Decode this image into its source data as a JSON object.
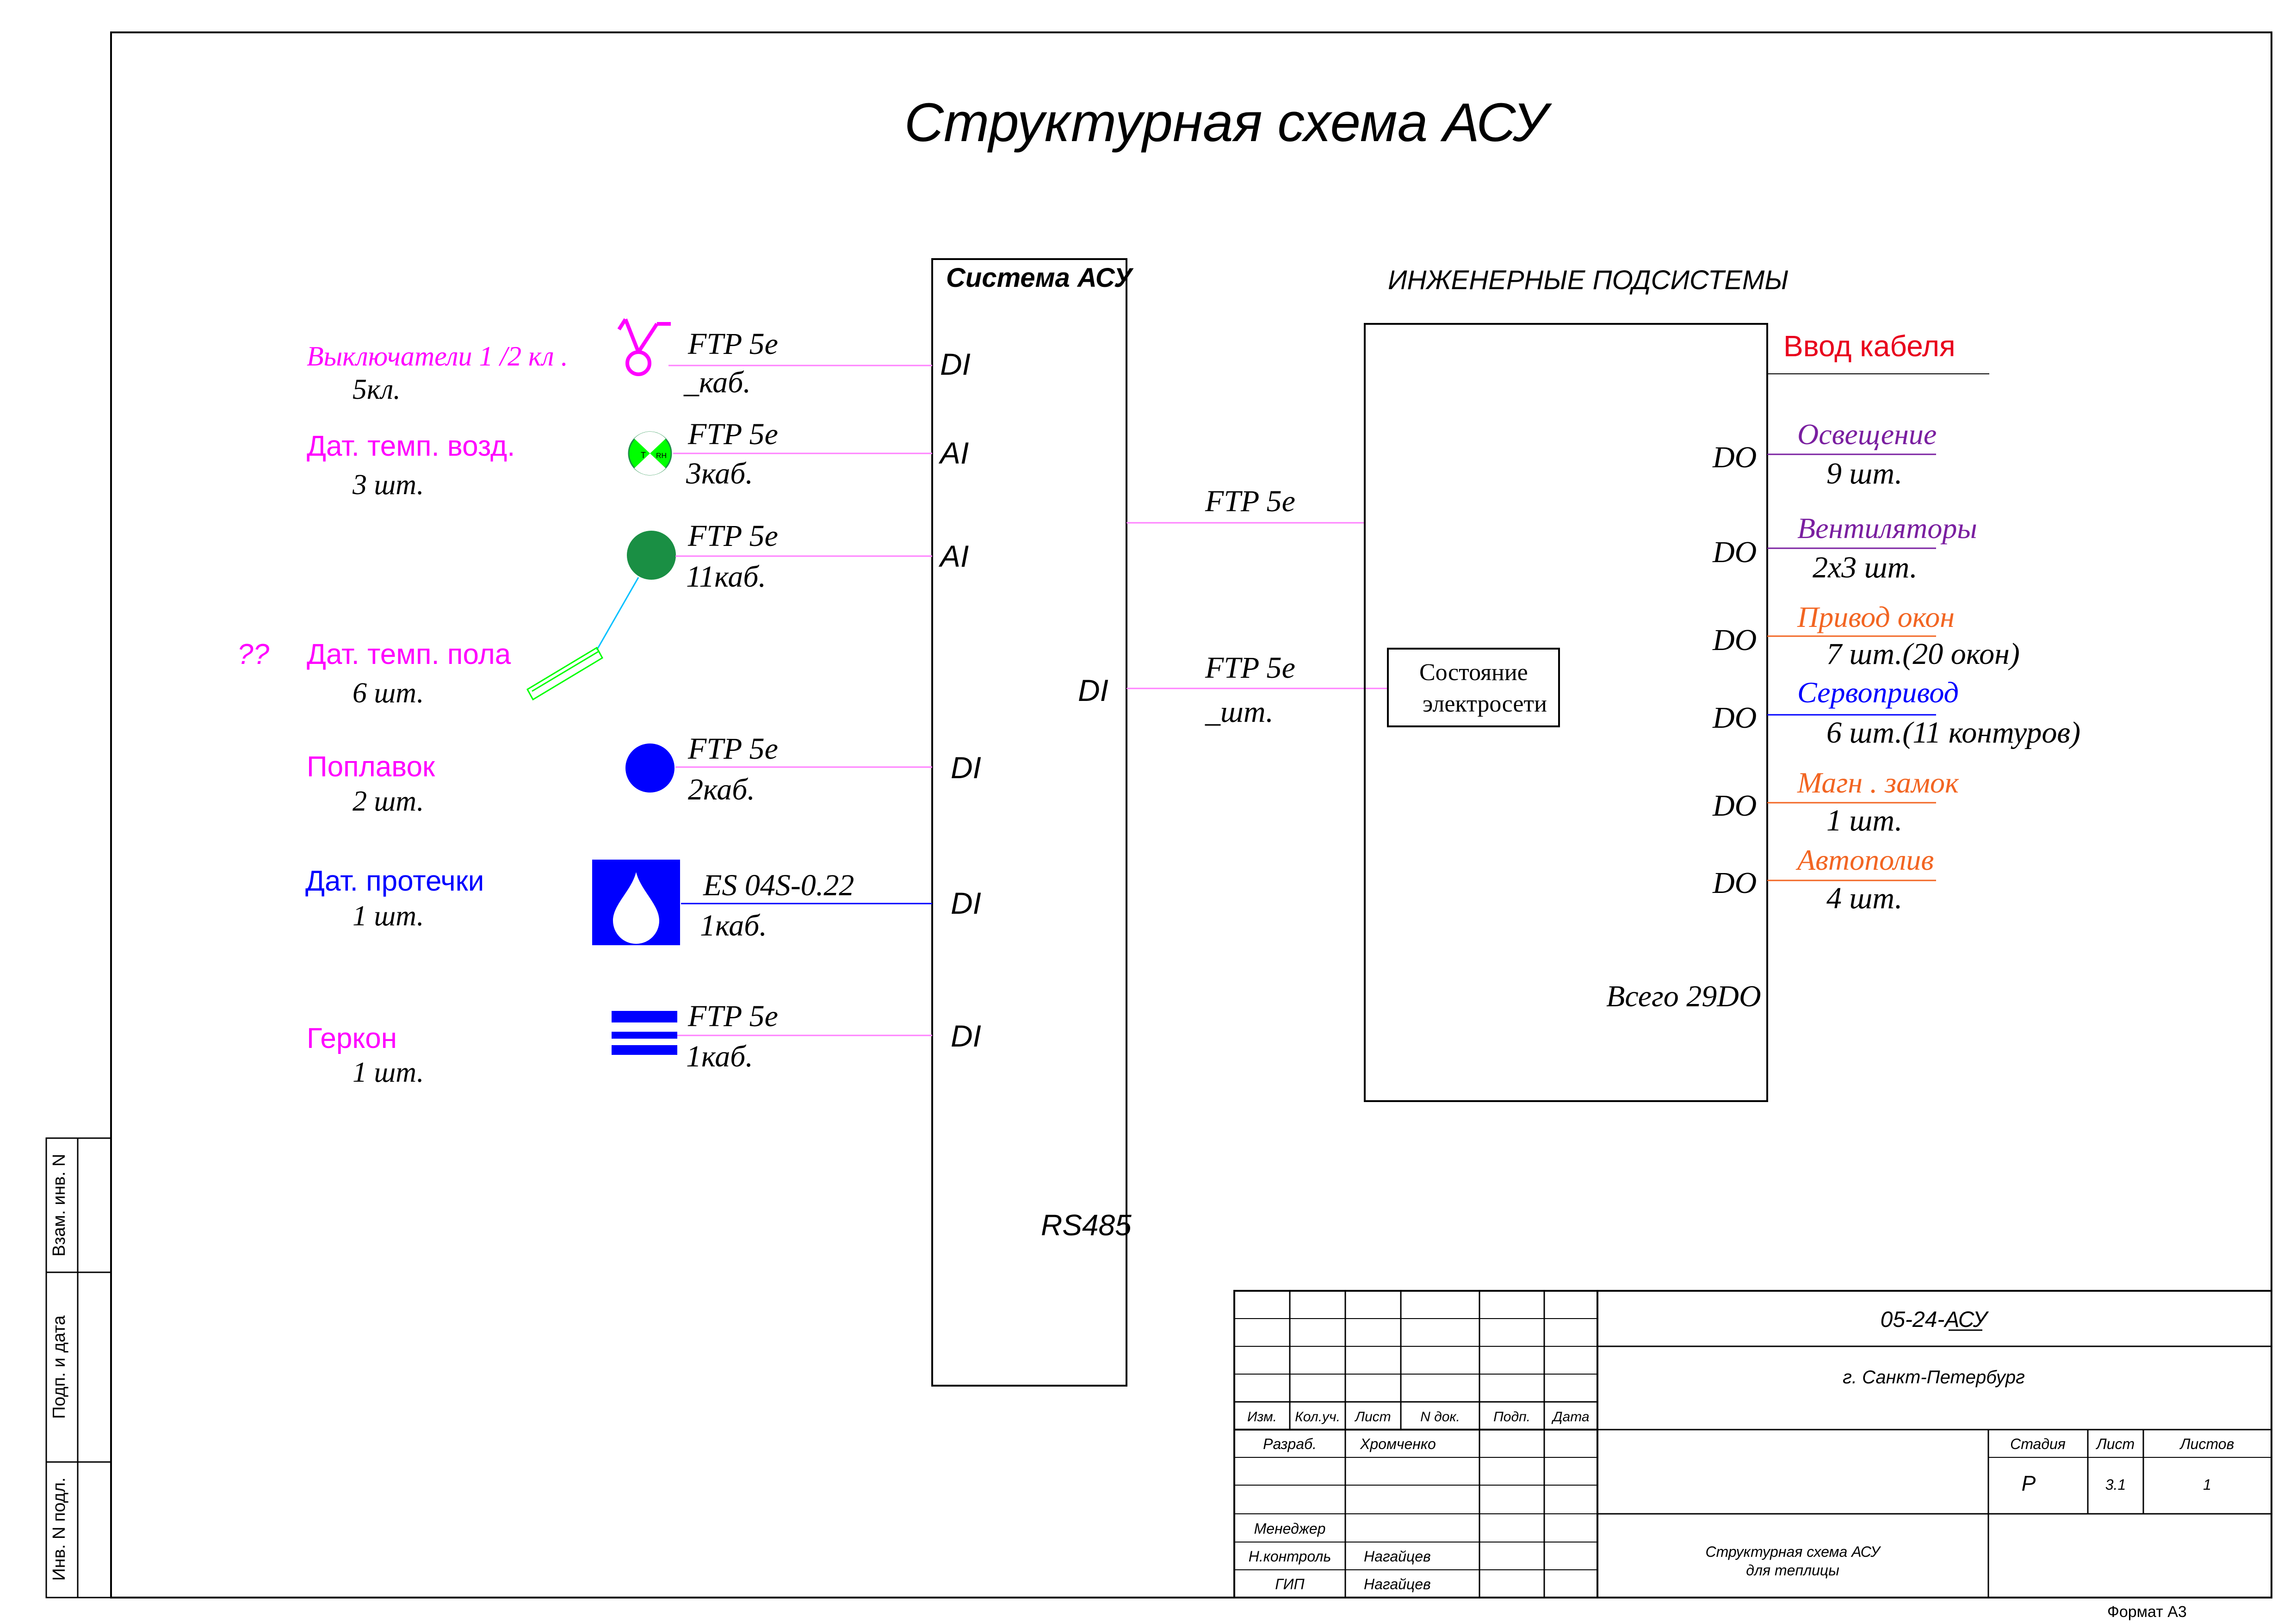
{
  "title": "Структурная схема АСУ",
  "colors": {
    "magenta": "#ff00ff",
    "blue": "#0000ff",
    "green_dark": "#1a8f44",
    "green_light": "#00ff00",
    "purple": "#7a1fa0",
    "orange": "#f26522",
    "red": "#e8001c",
    "cyan": "#00c0ff",
    "line_pink": "#ff80ff"
  },
  "system": {
    "title": "Система АСУ",
    "bus": "RS485"
  },
  "sensors": [
    {
      "name": "Выключатели 1 /2  кл .",
      "count": "5кл.",
      "cable": "FTP 5e",
      "cable_count": "_каб.",
      "port": "DI",
      "icon": "switch-icon"
    },
    {
      "name": "Дат. темп. возд.",
      "count": "3 шт.",
      "cable": "FTP 5e",
      "cable_count": "3каб.",
      "port": "AI",
      "icon": "air-temp-sensor-icon"
    },
    {
      "name": "",
      "count": "",
      "cable": "FTP 5e",
      "cable_count": "11каб.",
      "port": "AI",
      "icon": "floor-temp-sensor-icon"
    },
    {
      "name": "Дат. темп. пола",
      "count": "6 шт.",
      "note": "??",
      "icon": "floor-probe-icon"
    },
    {
      "name": "Поплавок",
      "count": "2 шт.",
      "cable": "FTP 5e",
      "cable_count": "2каб.",
      "port": "DI",
      "icon": "float-sensor-icon"
    },
    {
      "name": "Дат. протечки",
      "count": "1 шт.",
      "cable": "ES 04S-0.22",
      "cable_count": "1каб.",
      "port": "DI",
      "icon": "leak-sensor-icon"
    },
    {
      "name": "Геркон",
      "count": "1 шт.",
      "cable": "FTP 5e",
      "cable_count": "1каб.",
      "port": "DI",
      "icon": "reed-switch-icon"
    }
  ],
  "links": [
    {
      "cable": "FTP 5e",
      "count": ""
    },
    {
      "cable": "FTP 5e",
      "count": "_шт.",
      "port": "DI"
    }
  ],
  "engineering": {
    "title": "ИНЖЕНЕРНЫЕ ПОДСИСТЕМЫ",
    "cable_in": "Ввод кабеля",
    "power_state": [
      "Состояние",
      "электросети"
    ],
    "total": "Всего 29DO",
    "outputs": [
      {
        "port": "DO",
        "name": "Освещение",
        "count": "9 шт."
      },
      {
        "port": "DO",
        "name": "Вентиляторы",
        "count": "2х3 шт."
      },
      {
        "port": "DO",
        "name": "Привод окон",
        "count": "7 шт.(20 окон)"
      },
      {
        "port": "DO",
        "name": "Сервопривод",
        "count": "6 шт.(11 контуров)"
      },
      {
        "port": "DO",
        "name": "Магн . замок",
        "count": "1 шт."
      },
      {
        "port": "DO",
        "name": "Автополив",
        "count": "4 шт."
      }
    ]
  },
  "side_stamps": [
    "Взам. инв. N",
    "Подп. и дата",
    "Инв. N подл."
  ],
  "title_block": {
    "code": "05-24-АСУ",
    "city": "г. Санкт-Петербург",
    "headers": [
      "Изм.",
      "Кол.уч.",
      "Лист",
      "N док.",
      "Подп.",
      "Дата"
    ],
    "roles": [
      {
        "role": "Разраб.",
        "name": "Хромченко"
      },
      {
        "role": "",
        "name": ""
      },
      {
        "role": "",
        "name": ""
      },
      {
        "role": "Менеджер",
        "name": ""
      },
      {
        "role": "Н.контроль",
        "name": "Нагайцев"
      },
      {
        "role": "ГИП",
        "name": "Нагайцев"
      }
    ],
    "stage_label": "Стадия",
    "sheet_label": "Лист",
    "sheets_label": "Листов",
    "stage": "Р",
    "sheet": "3.1",
    "sheets": "1",
    "description": [
      "Структурная схема АСУ",
      "для теплицы"
    ],
    "format": "Формат А3"
  }
}
